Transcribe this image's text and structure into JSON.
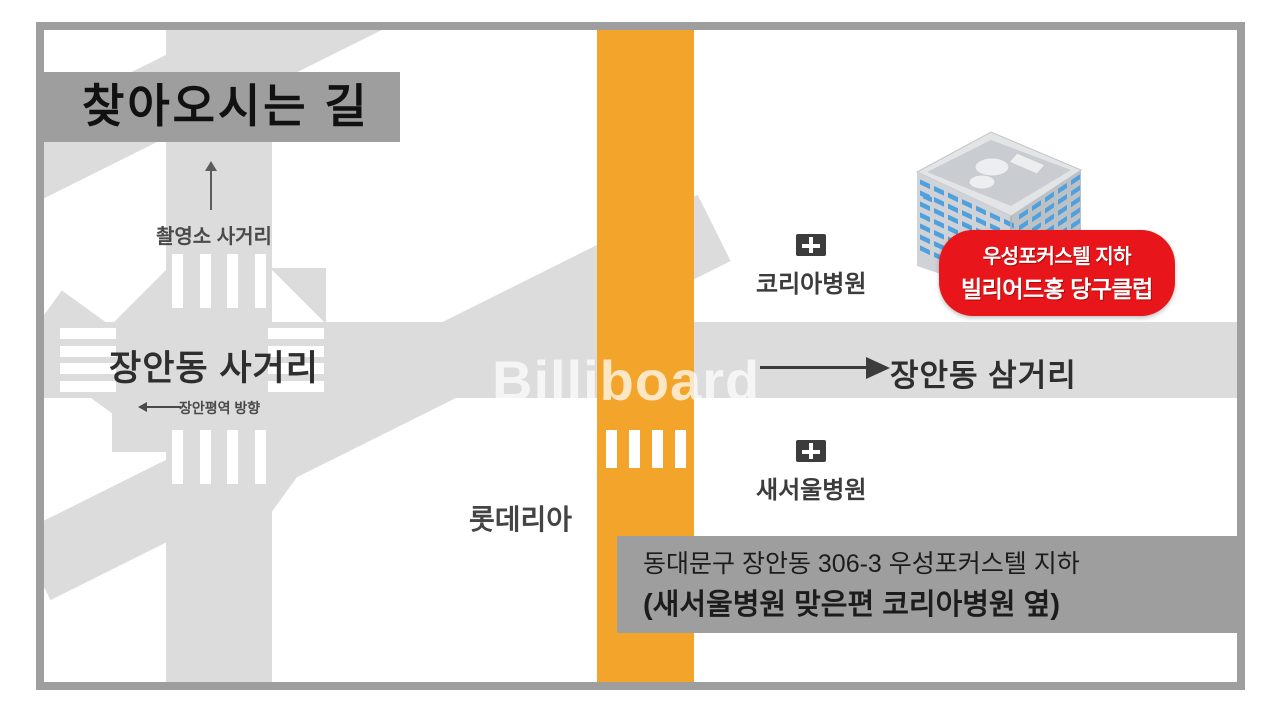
{
  "title": {
    "text": "찾아오시는 길"
  },
  "watermark": {
    "text": "Billiboard"
  },
  "roads": {
    "orange_color": "#f2a52a",
    "grey_color": "#dcdcdc",
    "frame_color": "#9e9e9e"
  },
  "labels": {
    "chwalyeongso_sageori": "촬영소 사거리",
    "jangandong_sageori": "장안동 사거리",
    "janganpyeong_direction": "장안평역 방향",
    "jangandong_samgeori": "장안동 삼거리",
    "lotteria": "롯데리아"
  },
  "pois": [
    {
      "name": "코리아병원",
      "icon": "hospital-cross-icon"
    },
    {
      "name": "새서울병원",
      "icon": "hospital-cross-icon"
    }
  ],
  "red_label": {
    "line1": "우성포커스텔 지하",
    "line2": "빌리어드홍 당구클럽",
    "color": "#e8161a"
  },
  "address": {
    "line1": "동대문구 장안동 306-3 우성포커스텔 지하",
    "line2": "(새서울병원 맞은편 코리아병원 옆)"
  },
  "building": {
    "alt": "우성포커스텔 건물"
  }
}
